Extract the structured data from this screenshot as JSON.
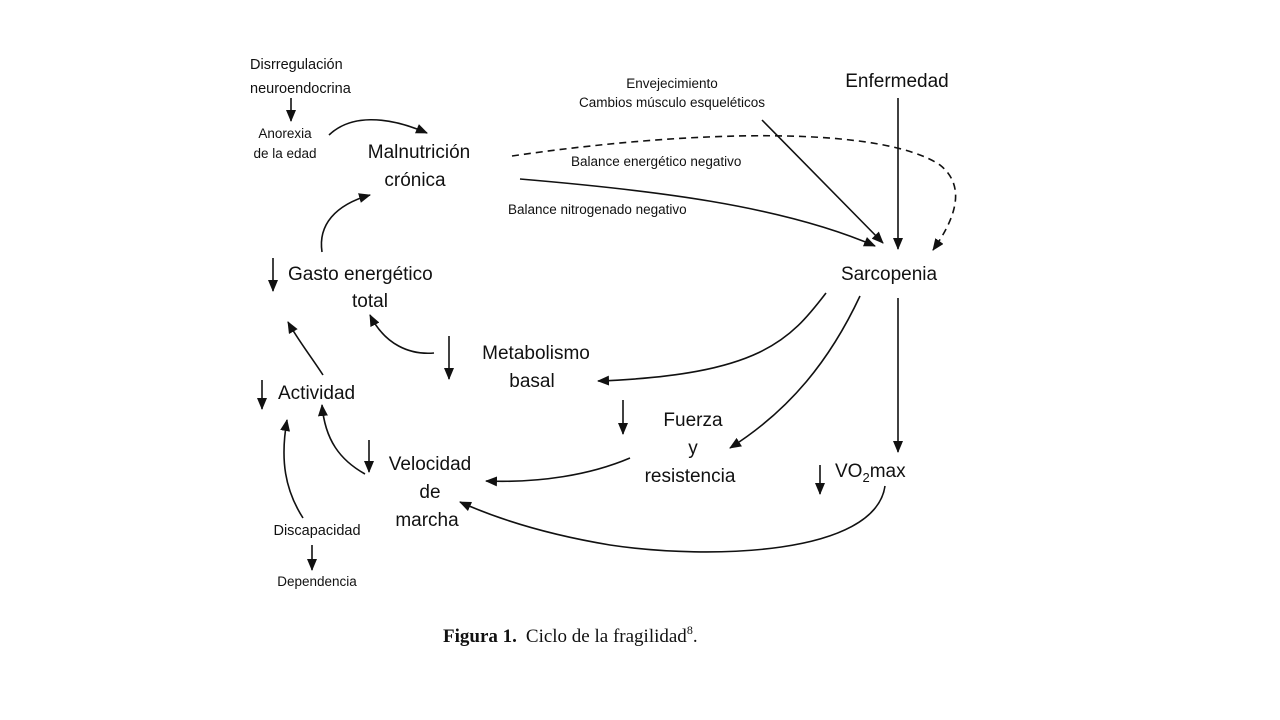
{
  "nodes": {
    "disregulacion_1": "Disrregulación",
    "disregulacion_2": "neuroendocrina",
    "anorexia_1": "Anorexia",
    "anorexia_2": "de la edad",
    "malnutricion_1": "Malnutrición",
    "malnutricion_2": "crónica",
    "envejecimiento": "Envejecimiento",
    "cambios": "Cambios músculo esqueléticos",
    "enfermedad": "Enfermedad",
    "sarcopenia": "Sarcopenia",
    "gasto_1": "Gasto energético",
    "gasto_2": "total",
    "metabolismo_1": "Metabolismo",
    "metabolismo_2": "basal",
    "actividad": "Actividad",
    "fuerza_1": "Fuerza",
    "fuerza_2": "y",
    "fuerza_3": "resistencia",
    "velocidad_1": "Velocidad",
    "velocidad_2": "de",
    "velocidad_3": "marcha",
    "vo2_pre": "VO",
    "vo2_sub": "2",
    "vo2_post": "max",
    "discapacidad": "Discapacidad",
    "dependencia": "Dependencia"
  },
  "edge_labels": {
    "balance_energetico": "Balance energético negativo",
    "balance_nitrogenado": "Balance nitrogenado negativo"
  },
  "caption": {
    "label": "Figura 1.",
    "text": "Ciclo de la fragilidad",
    "ref": "8",
    "end": "."
  },
  "colors": {
    "ink": "#111111",
    "background": "#ffffff"
  }
}
